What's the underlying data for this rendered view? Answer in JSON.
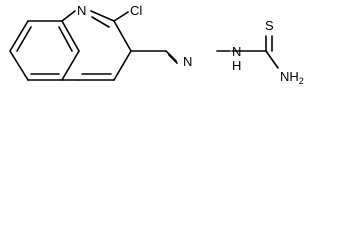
{
  "molecule": {
    "atoms": {
      "ring_n": "N",
      "chlorine": "Cl",
      "imine_n": "N",
      "hydrazine_nh": "N",
      "hydrazine_h": "H",
      "sulfur": "S",
      "amine": "NH",
      "amine_subscript": "2"
    }
  }
}
